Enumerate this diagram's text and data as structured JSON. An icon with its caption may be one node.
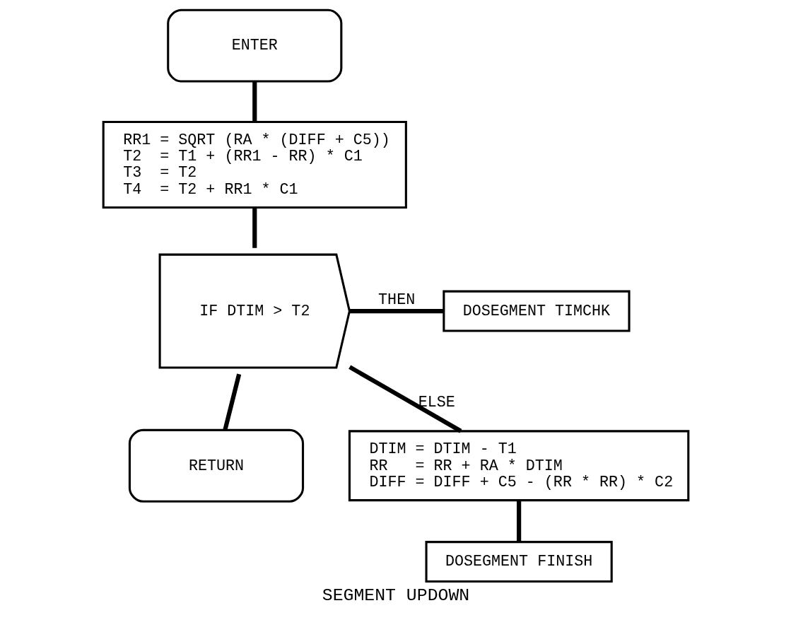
{
  "diagram": {
    "caption": "SEGMENT UPDOWN",
    "nodes": [
      {
        "text": [
          "ENTER"
        ]
      },
      {
        "text": [
          "RR1 = SQRT (RA * (DIFF + C5))",
          "T2  = T1 + (RR1 - RR) * C1",
          "T3  = T2",
          "T4  = T2 + RR1 * C1"
        ]
      },
      {
        "text": [
          "IF DTIM > T2"
        ]
      },
      {
        "text": [
          "RETURN"
        ]
      },
      {
        "text": [
          "DOSEGMENT TIMCHK"
        ]
      },
      {
        "text": [
          "DTIM = DTIM - T1",
          "RR   = RR + RA * DTIM",
          "DIFF = DIFF + C5 - (RR * RR) * C2"
        ]
      },
      {
        "text": [
          "DOSEGMENT FINISH"
        ]
      }
    ],
    "edges": [
      {
        "from": 0,
        "to": 1,
        "arrow": "none"
      },
      {
        "from": 1,
        "to": 2,
        "arrow": "none"
      },
      {
        "from": 2,
        "to": 3,
        "arrow": "none"
      },
      {
        "from": 2,
        "to": 4,
        "arrow": "none",
        "label": "THEN"
      },
      {
        "from": 2,
        "to": 5,
        "arrow": "none",
        "label": "ELSE"
      },
      {
        "from": 5,
        "to": 6,
        "arrow": "none"
      }
    ]
  }
}
